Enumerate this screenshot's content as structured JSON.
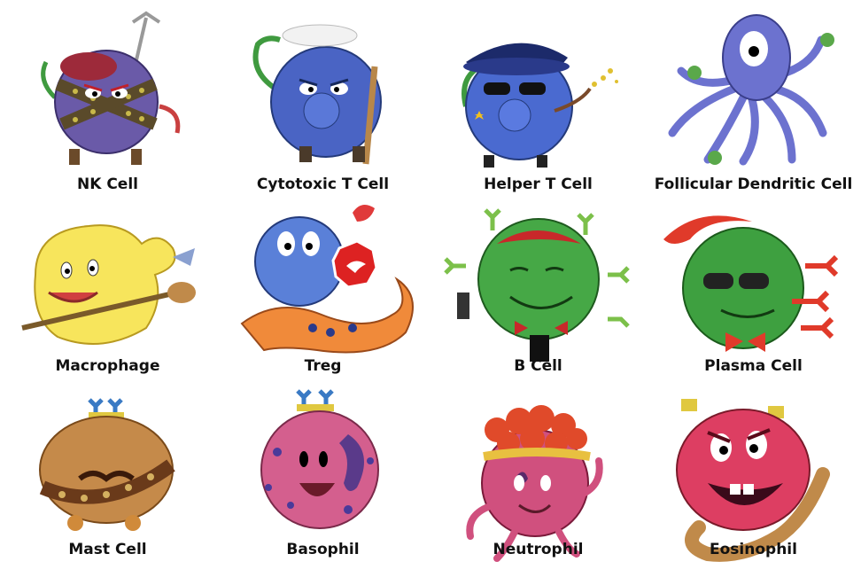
{
  "cells": [
    {
      "name": "NK Cell"
    },
    {
      "name": "Cytotoxic T Cell"
    },
    {
      "name": "Helper T Cell"
    },
    {
      "name": "Follicular Dendritic Cell"
    },
    {
      "name": "Macrophage"
    },
    {
      "name": "Treg"
    },
    {
      "name": "B Cell"
    },
    {
      "name": "Plasma Cell"
    },
    {
      "name": "Mast Cell"
    },
    {
      "name": "Basophil"
    },
    {
      "name": "Neutrophil"
    },
    {
      "name": "Eosinophil"
    }
  ],
  "colors": {
    "nk": "#6a5aa8",
    "cytotoxic": "#4a64c4",
    "helper": "#4a6ad0",
    "fdc": "#6c72cf",
    "macrophage": "#f7e55c",
    "treg": "#5a80d8",
    "bcell": "#46a846",
    "plasma": "#3ea040",
    "mast": "#c58a4a",
    "basophil": "#d45f8e",
    "neutrophil": "#d0507e",
    "eosinophil": "#dd3e62"
  }
}
